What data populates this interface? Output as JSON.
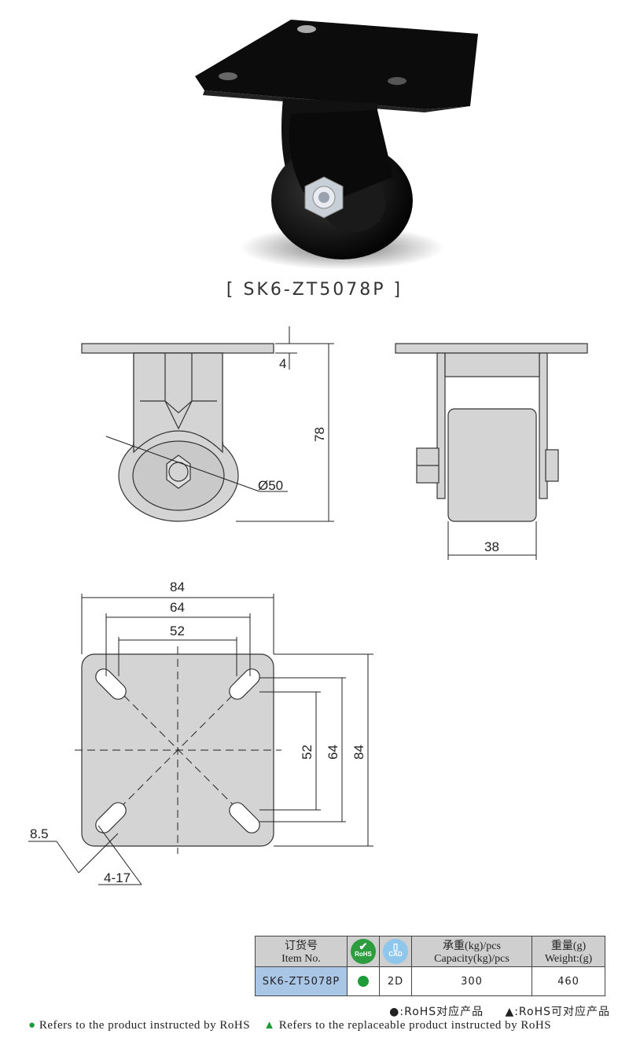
{
  "model_title": "[ SK6-ZT5078P ]",
  "dimensions": {
    "plate_thickness": "4",
    "height": "78",
    "wheel_diameter": "Ø50",
    "wheel_width": "38",
    "plate_width": "84",
    "hole_span_outer": "64",
    "hole_span_inner": "52",
    "plate_height": "84",
    "vert_span_outer": "64",
    "vert_span_inner": "52",
    "slot_width": "8.5",
    "slot_spec": "4-17"
  },
  "table": {
    "headers": {
      "item_cn": "订货号",
      "item_en": "Item No.",
      "rohs": "RoHS",
      "cad": "CAD",
      "capacity_cn": "承重(kg)/pcs",
      "capacity_en": "Capacity(kg)/pcs",
      "weight_cn": "重量(g)",
      "weight_en": "Weight:(g)"
    },
    "row": {
      "item_no": "SK6-ZT5078P",
      "cad": "2D",
      "capacity": "300",
      "weight": "460"
    }
  },
  "legend": {
    "cn_rohs": "●:RoHS对应产品",
    "cn_replace": "▲:RoHS可对应产品",
    "en_rohs": "Refers to the product instructed by RoHS",
    "en_replace": "Refers to the replaceable product instructed by RoHS"
  },
  "colors": {
    "rohs_green": "#1e9c3a",
    "item_blue": "#a9c6e6",
    "header_gray": "#cfcfcf",
    "part_gray": "#d4d4d4"
  }
}
